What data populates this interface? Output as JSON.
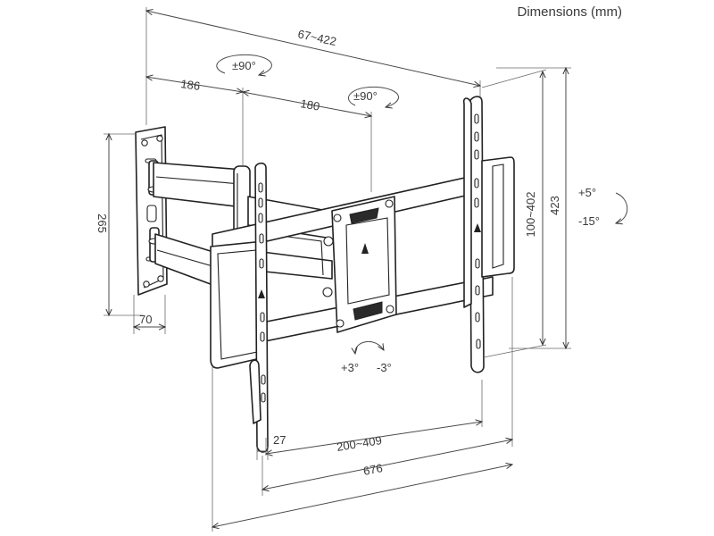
{
  "title": "Dimensions (mm)",
  "dimensions": {
    "arm_reach": "67~422",
    "arm_segment_1": "186",
    "arm_segment_2": "180",
    "wall_plate_height": "265",
    "wall_plate_width": "70",
    "vesa_vertical": "100~402",
    "total_height": "423",
    "vesa_horizontal": "200~409",
    "total_width": "676",
    "rail_width": "27"
  },
  "rotations": {
    "swivel_1": "±90°",
    "swivel_2": "±90°",
    "tilt_up": "+5°",
    "tilt_down": "-15°",
    "level_plus": "+3°",
    "level_minus": "-3°"
  }
}
